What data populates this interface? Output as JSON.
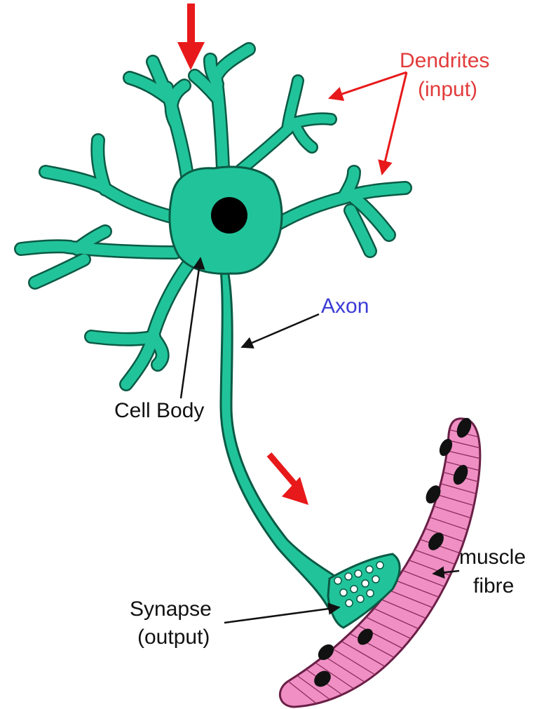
{
  "labels": {
    "dendrites_line1": "Dendrites",
    "dendrites_line2": "(input)",
    "axon": "Axon",
    "cell_body": "Cell Body",
    "muscle_line1": "muscle",
    "muscle_line2": "fibre",
    "synapse_line1": "Synapse",
    "synapse_line2": "(output)"
  },
  "colors": {
    "neuron": "#21c49a",
    "neuron_outline": "#0b5a45",
    "nucleus": "#000000",
    "muscle": "#ef8fc3",
    "muscle_outline": "#6a1f46",
    "signal_arrow": "#e8191a",
    "dendrite_label": "#e23b3b",
    "axon_label": "#3b3bd6",
    "black_label": "#111111"
  }
}
